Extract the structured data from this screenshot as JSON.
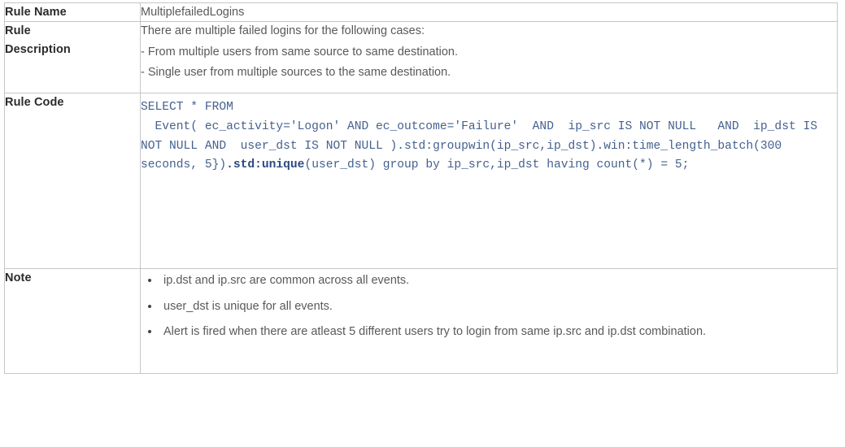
{
  "table": {
    "rows": [
      {
        "label": "Rule Name",
        "value": "MultiplefailedLogins"
      },
      {
        "label_line1": "Rule",
        "label_line2": "Description",
        "lines": [
          "There are multiple failed logins for the following cases:",
          "- From multiple users from same source to same destination.",
          "- Single user from multiple sources to the same destination."
        ]
      },
      {
        "label": "Rule Code",
        "code_pre": "SELECT * FROM\n  Event( ec_activity='Logon' AND ec_outcome='Failure'  AND  ip_src IS NOT NULL   AND  ip_dst IS NOT NULL AND  user_dst IS NOT NULL ).std:groupwin(ip_src,ip_dst).win:time_length_batch(300 seconds, 5})",
        "code_bold": ".std:unique",
        "code_post": "(user_dst) group by ip_src,ip_dst having count(*) = 5;"
      },
      {
        "label": "Note",
        "bullets": [
          "ip.dst and ip.src are common across all events.",
          "user_dst is unique for all events.",
          "Alert is fired when there are atleast 5 different users try to login from same ip.src and ip.dst combination."
        ]
      }
    ]
  },
  "colors": {
    "code_text": "#45618f",
    "body_text": "#595959",
    "label_text": "#2b2b2b",
    "border": "#c6c6c6",
    "background": "#ffffff"
  }
}
